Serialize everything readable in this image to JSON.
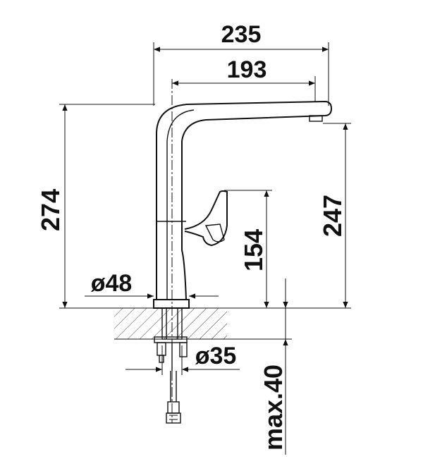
{
  "dimensions": {
    "overall_length": "235",
    "spout_length": "193",
    "total_height": "274",
    "spout_height": "247",
    "lever_height": "154",
    "base_diameter": "ø48",
    "shank_diameter": "ø35",
    "max_counter_thickness": "max.40"
  },
  "colors": {
    "line": "#111111",
    "background": "#ffffff"
  }
}
